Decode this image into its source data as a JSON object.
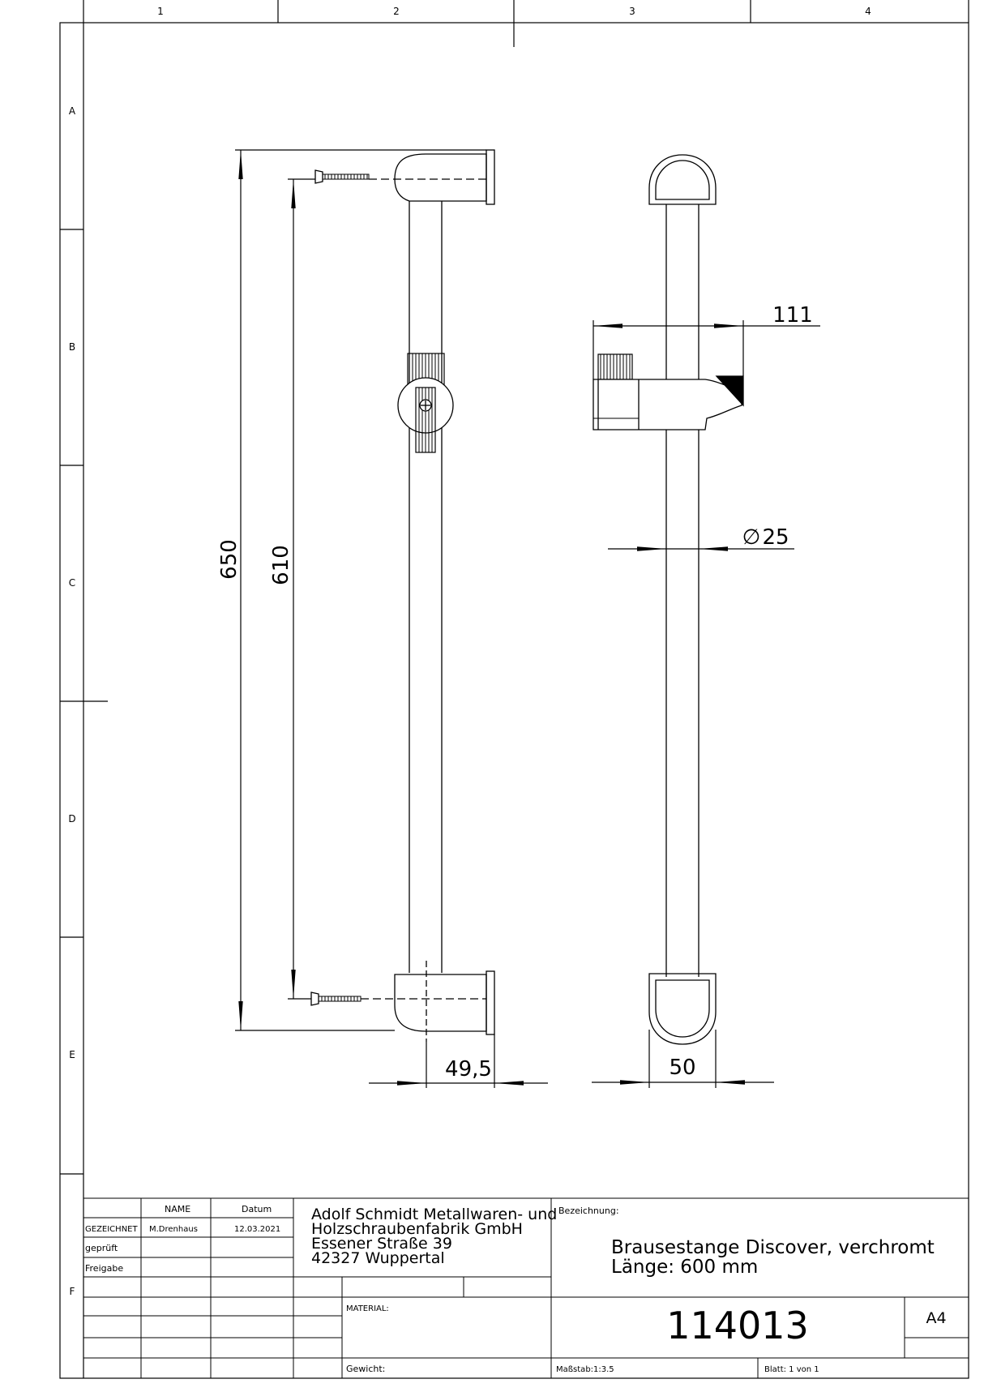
{
  "grid": {
    "columns": [
      "1",
      "2",
      "3",
      "4"
    ],
    "rows": [
      "A",
      "B",
      "C",
      "D",
      "E",
      "F"
    ]
  },
  "dimensions": {
    "overall_height": "650",
    "mount_distance": "610",
    "bracket_depth": "49,5",
    "slider_projection": "111",
    "tube_diameter_symbol": "∅",
    "tube_diameter": "25",
    "bracket_width": "50"
  },
  "title_block": {
    "col_name": "NAME",
    "col_date": "Datum",
    "drawn_label": "GEZEICHNET",
    "drawn_name": "M.Drenhaus",
    "drawn_date": "12.03.2021",
    "checked_label": "geprüft",
    "release_label": "Freigabe",
    "company_line1": "Adolf Schmidt Metallwaren- und",
    "company_line2": "Holzschraubenfabrik GmbH",
    "company_line3": "Essener Straße 39",
    "company_line4": "42327 Wuppertal",
    "designation_label": "Bezeichnung:",
    "designation_line1": "Brausestange Discover, verchromt",
    "designation_line2": "Länge: 600 mm",
    "material_label": "MATERIAL:",
    "weight_label": "Gewicht:",
    "scale": "Maßstab:1:3.5",
    "sheet": "Blatt: 1 von 1",
    "drawing_number": "114013",
    "paper_format": "A4"
  }
}
